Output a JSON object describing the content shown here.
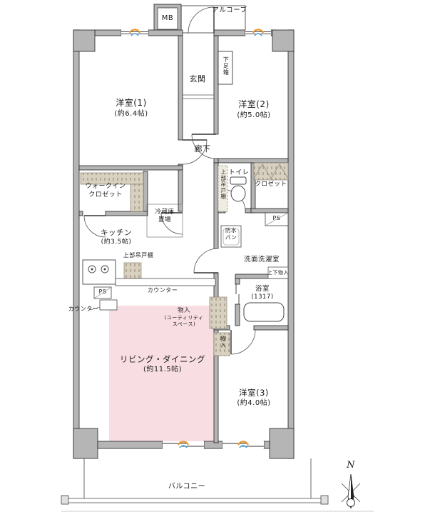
{
  "labels": {
    "mb": "MB",
    "alcove": "アルコーブ",
    "genkan": "玄関",
    "shoe_box": "下足箱",
    "room1_name": "洋室(1)",
    "room1_size": "(約6.4帖)",
    "room2_name": "洋室(2)",
    "room2_size": "(約5.0帖)",
    "corridor": "廊下",
    "toilet": "トイレ",
    "toilet_cabinet": "上部吊戸棚",
    "closet": "クロゼット",
    "wic_1": "ウォークイン",
    "wic_2": "クロゼット",
    "fridge_1": "冷蔵庫",
    "fridge_2": "置場",
    "kitchen_name": "キッチン",
    "kitchen_size": "(約3.5帖)",
    "kitchen_cabinet": "上部吊戸棚",
    "counter_kitchen": "カウンター",
    "counter_left": "カウンター",
    "ps_right": "PS",
    "ps_left": "PS",
    "waterproof_1": "防水",
    "waterproof_2": "パン",
    "washroom": "洗面洗濯室",
    "storage_updown": "上下物入",
    "bath_name": "浴室",
    "bath_size": "(1317)",
    "utility_1": "物入",
    "utility_2": "(ユーティリティ",
    "utility_3": "スペース)",
    "storage_room3": "物入",
    "living_name": "リビング・ダイニング",
    "living_size": "(約11.5帖)",
    "room3_name": "洋室(3)",
    "room3_size": "(約4.0帖)",
    "balcony": "バルコニー",
    "compass_n": "N"
  },
  "colors": {
    "wall_fill": "#b5b5b5",
    "living_fill": "#f8dee2",
    "hatch_fill": "#d9d1bf",
    "line": "#222222",
    "vent_orange": "#e8962e",
    "vent_blue": "#5aa7dd"
  }
}
